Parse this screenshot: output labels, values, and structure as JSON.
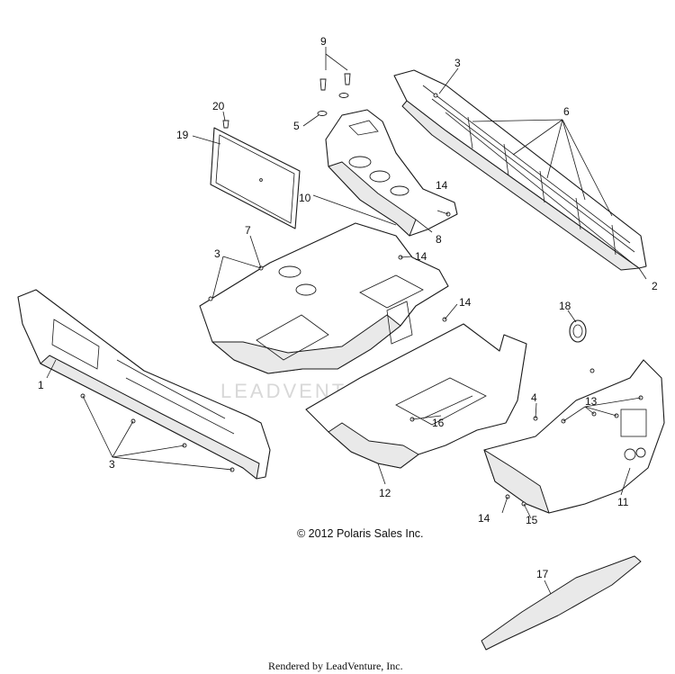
{
  "diagram": {
    "callouts": [
      "1",
      "2",
      "3",
      "4",
      "5",
      "6",
      "7",
      "8",
      "9",
      "10",
      "11",
      "12",
      "13",
      "14",
      "15",
      "16",
      "17",
      "18",
      "19",
      "20"
    ],
    "copyright": "© 2012 Polaris Sales Inc.",
    "rendered_by": "Rendered by LeadVenture, Inc.",
    "watermark": "LEADVENTURE"
  }
}
